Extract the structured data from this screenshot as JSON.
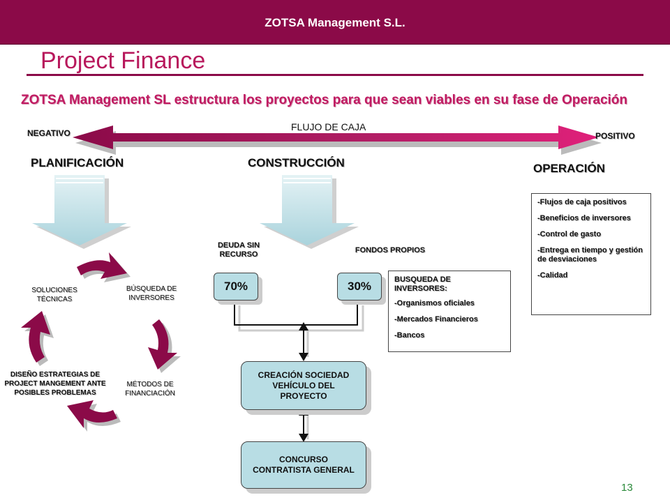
{
  "header": {
    "company": "ZOTSA Management S.L.",
    "title": "Project Finance",
    "subtitle": "ZOTSA Management SL estructura los proyectos para que sean viables en su fase de Operación"
  },
  "flow": {
    "label": "FLUJO DE CAJA",
    "negative": "NEGATIVO",
    "positive": "POSITIVO"
  },
  "stages": {
    "planning": "PLANIFICACIÓN",
    "construction": "CONSTRUCCIÓN",
    "operation": "OPERACIÓN"
  },
  "cycle": {
    "items": [
      "BÚSQUEDA DE INVERSORES",
      "MÉTODOS DE FINANCIACIÓN",
      "DISEÑO ESTRATEGIAS DE PROJECT MANGEMENT ANTE POSIBLES PROBLEMAS",
      "SOLUCIONES TÉCNICAS"
    ]
  },
  "construction": {
    "debt_label": "DEUDA SIN RECURSO",
    "equity_label": "FONDOS PROPIOS",
    "debt_pct": "70%",
    "equity_pct": "30%",
    "vehicle": "CREACIÓN SOCIEDAD VEHÍCULO DEL PROYECTO",
    "contractor": "CONCURSO CONTRATISTA GENERAL",
    "investors_head": "BUSQUEDA DE INVERSORES:",
    "investors": [
      "-Organismos oficiales",
      "-Mercados Financieros",
      "-Bancos"
    ]
  },
  "operation": {
    "items": [
      "-Flujos de caja positivos",
      "-Beneficios de inversores",
      "-Control de gasto",
      "-Entrega en tiempo y gestión de desviaciones",
      "-Calidad"
    ]
  },
  "page_number": "13",
  "colors": {
    "banner": "#8b0a48",
    "title": "#b8185c",
    "box_fill": "#b8dde4",
    "cycle_arrow": "#8b0a48"
  }
}
